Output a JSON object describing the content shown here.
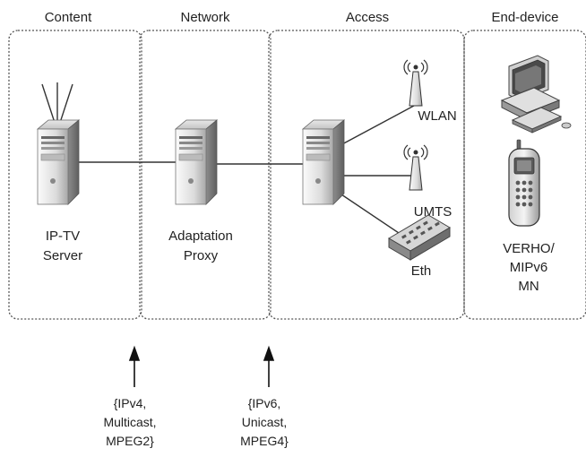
{
  "zones": [
    {
      "label": "Content"
    },
    {
      "label": "Network"
    },
    {
      "label": "Access"
    },
    {
      "label": "End-device"
    }
  ],
  "nodes": {
    "iptv_server": {
      "lines": [
        "IP-TV",
        "Server"
      ]
    },
    "adaptation_proxy": {
      "lines": [
        "Adaptation",
        "Proxy"
      ]
    },
    "wlan": {
      "label": "WLAN"
    },
    "umts": {
      "label": "UMTS"
    },
    "eth": {
      "label": "Eth"
    },
    "mobile_node": {
      "lines": [
        "VERHO/",
        "MIPv6",
        "MN"
      ]
    }
  },
  "annotations": [
    {
      "lines": [
        "{IPv4,",
        "Multicast,",
        "MPEG2}"
      ]
    },
    {
      "lines": [
        "{IPv6,",
        "Unicast,",
        "MPEG4}"
      ]
    }
  ],
  "colors": {
    "zone_border": "#555555",
    "server_light": "#f2f2f2",
    "server_dark": "#9a9a9a",
    "screen": "#5a5a5a",
    "line": "#333333"
  }
}
